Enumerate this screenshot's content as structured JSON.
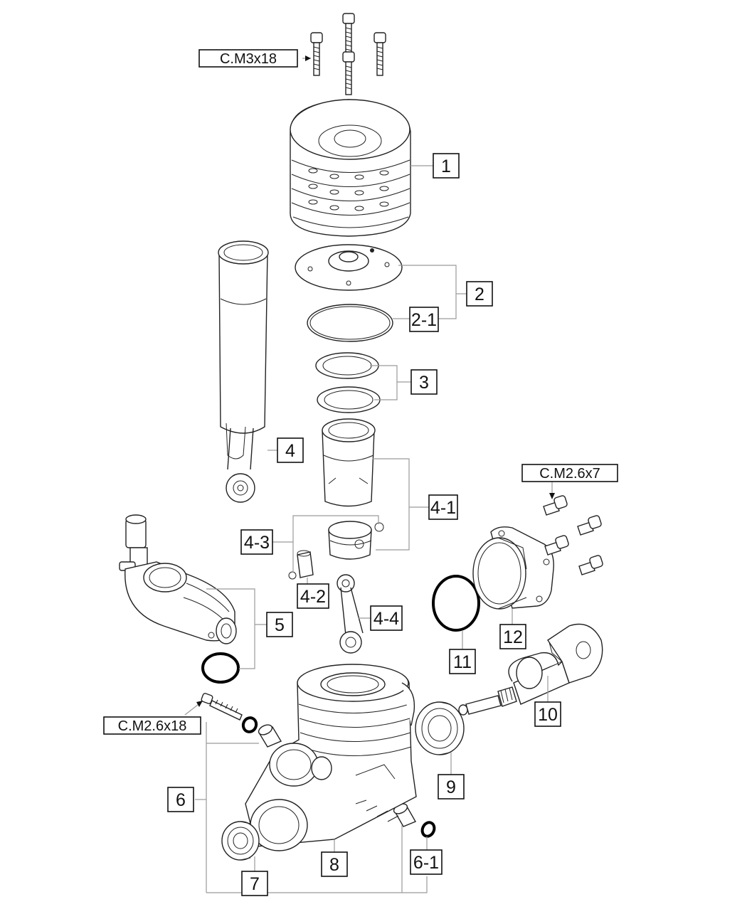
{
  "screws": {
    "top": "C.M3x18",
    "exhaust": "C.M2.6x7",
    "carb": "C.M2.6x18"
  },
  "parts": {
    "p1": "1",
    "p2": "2",
    "p2_1": "2-1",
    "p3": "3",
    "p4": "4",
    "p4_1": "4-1",
    "p4_2": "4-2",
    "p4_3": "4-3",
    "p4_4": "4-4",
    "p5": "5",
    "p6": "6",
    "p6_1": "6-1",
    "p7": "7",
    "p8": "8",
    "p9": "9",
    "p10": "10",
    "p11": "11",
    "p12": "12"
  }
}
